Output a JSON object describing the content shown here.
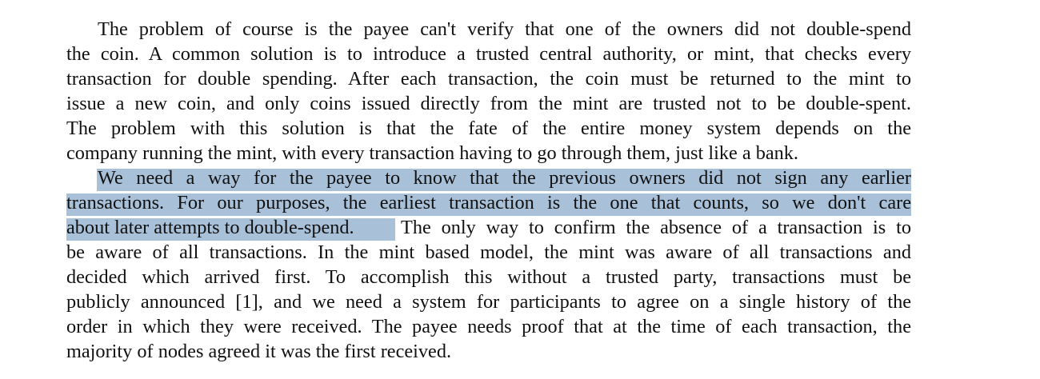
{
  "paragraphs": [
    {
      "lines": [
        "The problem of course is the payee can't verify that one of the owners did not double-spend",
        "the coin.  A common solution is to introduce a trusted central authority, or mint, that checks every",
        "transaction for double spending.  After each transaction, the coin must be returned to the mint to",
        "issue a new coin, and only coins issued directly from the mint are trusted not to be double-spent.",
        "The problem with this solution is that the fate of the entire money system depends on the",
        "company running the mint, with every transaction having to go through them, just like a bank."
      ]
    },
    {
      "highlighted_lines": [
        "We need a way for the payee to know that the previous owners did not sign any earlier",
        "transactions.  For our purposes, the earliest transaction is the one that counts, so we don't care"
      ],
      "highlighted_tail": "about later attempts to double-spend.",
      "rest_of_line": "The only way to confirm the absence of a transaction is to",
      "lines": [
        "be aware of all transactions.  In the mint based model, the mint was aware of all transactions and",
        "decided which arrived first.  To accomplish this without a trusted party, transactions must be",
        "publicly announced [1], and we need a system for participants to agree on a single history of the",
        "order in which they were received.  The payee needs proof that at the time of each transaction, the",
        "majority of nodes agreed it was the first received."
      ]
    }
  ],
  "highlight_color": "#a9c0d9"
}
